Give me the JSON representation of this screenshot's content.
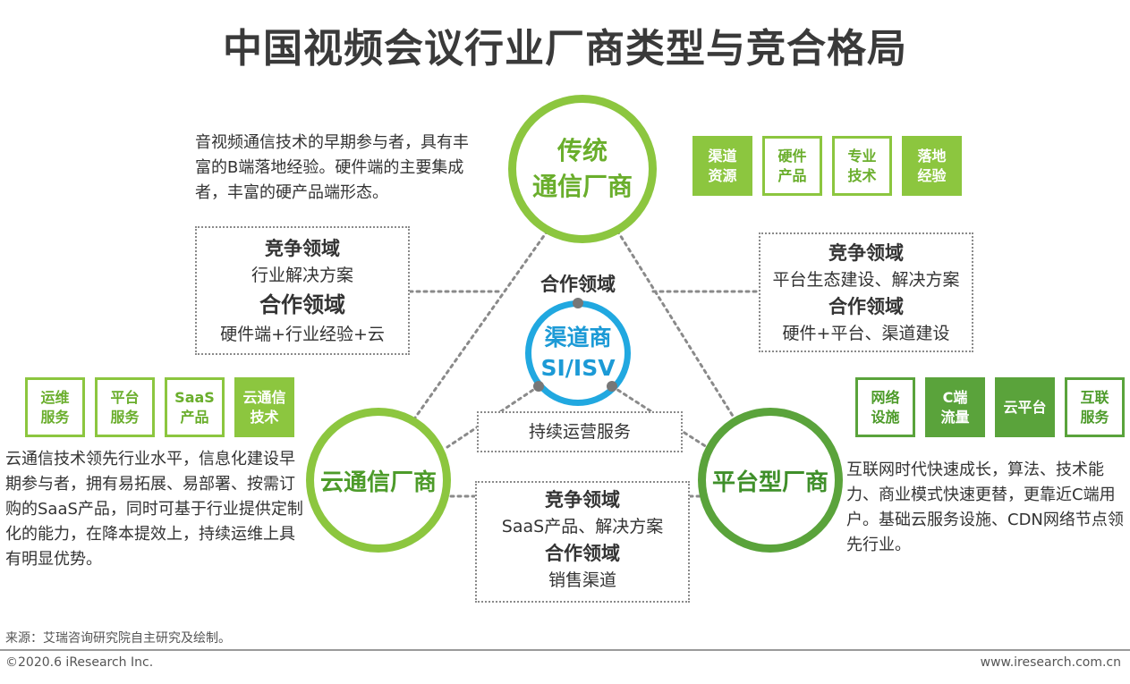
{
  "title": "中国视频会议行业厂商类型与竞合格局",
  "nodes": {
    "traditional": {
      "line1": "传统",
      "line2": "通信厂商"
    },
    "cloud": {
      "label": "云通信厂商"
    },
    "platform": {
      "label": "平台型厂商"
    },
    "channel": {
      "line1": "渠道商",
      "line2": "SI/ISV"
    }
  },
  "descriptions": {
    "traditional": "音视频通信技术的早期参与者，具有丰富的B端落地经验。硬件端的主要集成者，丰富的硬产品端形态。",
    "cloud": "云通信技术领先行业水平，信息化建设早期参与者，拥有易拓展、易部署、按需订购的SaaS产品，同时可基于行业提供定制化的能力，在降本提效上，持续运维上具有明显优势。",
    "platform": "互联网时代快速成长，算法、技术能力、商业模式快速更替，更靠近C端用户。基础云服务设施、CDN网络节点领先行业。"
  },
  "boxes": {
    "top_left": {
      "compete_title": "竞争领域",
      "compete_text": "行业解决方案",
      "coop_title": "合作领域",
      "coop_text": "硬件端+行业经验+云"
    },
    "top_right": {
      "compete_title": "竞争领域",
      "compete_text": "平台生态建设、解决方案",
      "coop_title": "合作领域",
      "coop_text": "硬件+平台、渠道建设"
    },
    "bottom_center": {
      "compete_title": "竞争领域",
      "compete_text": "SaaS产品、解决方案",
      "coop_title": "合作领域",
      "coop_text": "销售渠道"
    },
    "service": "持续运营服务",
    "center_coop": "合作领域"
  },
  "tags": {
    "traditional": [
      {
        "l1": "渠道",
        "l2": "资源"
      },
      {
        "l1": "硬件",
        "l2": "产品"
      },
      {
        "l1": "专业",
        "l2": "技术"
      },
      {
        "l1": "落地",
        "l2": "经验"
      }
    ],
    "cloud": [
      {
        "l1": "运维",
        "l2": "服务"
      },
      {
        "l1": "平台",
        "l2": "服务"
      },
      {
        "l1": "SaaS",
        "l2": "产品"
      },
      {
        "l1": "云通信",
        "l2": "技术"
      }
    ],
    "platform": [
      {
        "l1": "网络",
        "l2": "设施"
      },
      {
        "l1": "C端",
        "l2": "流量"
      },
      {
        "l1": "云平台",
        "l2": ""
      },
      {
        "l1": "互联",
        "l2": "服务"
      }
    ]
  },
  "colors": {
    "light_green": "#8cc63f",
    "dark_green": "#5aa33b",
    "blue": "#21a8e0"
  },
  "footer": {
    "source": "来源：艾瑞咨询研究院自主研究及绘制。",
    "copyright": "©2020.6 iResearch Inc.",
    "website": "www.iresearch.com.cn"
  }
}
